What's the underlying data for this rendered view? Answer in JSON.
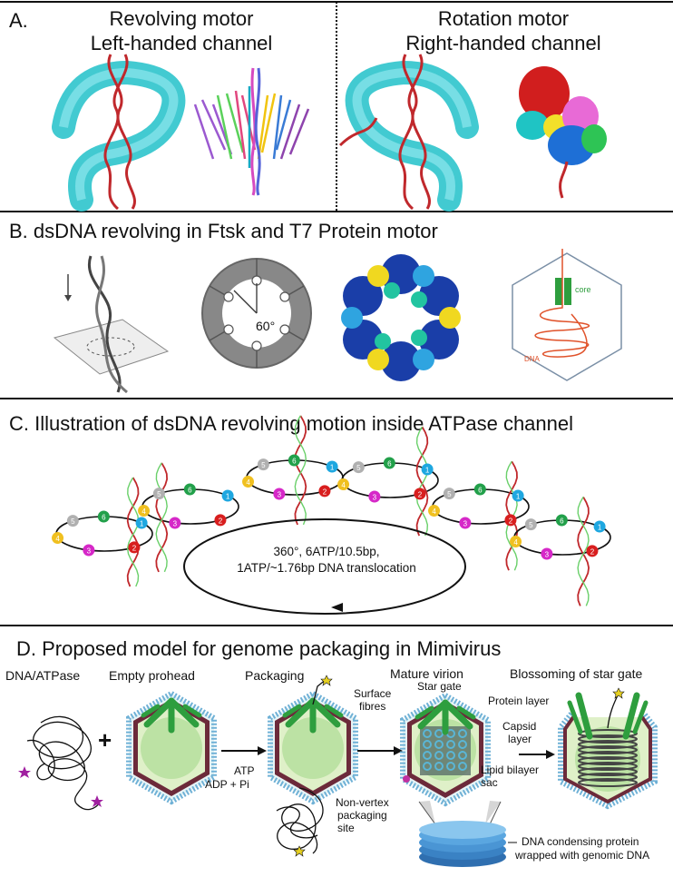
{
  "panel_a": {
    "letter": "A.",
    "left_title_line1": "Revolving motor",
    "left_title_line2": "Left-handed channel",
    "right_title_line1": "Rotation motor",
    "right_title_line2": "Right-handed channel"
  },
  "panel_b": {
    "title": "B. dsDNA revolving in Ftsk and T7 Protein motor",
    "angle_label": "60°",
    "core_label": "core",
    "dna_label": "DNA"
  },
  "panel_c": {
    "title": "C. Illustration of dsDNA revolving motion inside ATPase channel",
    "cycle_line1": "360°, 6ATP/10.5bp,",
    "cycle_line2": "1ATP/~1.76bp DNA translocation",
    "subunits": [
      "1",
      "2",
      "3",
      "4",
      "5",
      "6"
    ]
  },
  "panel_d": {
    "title": "D. Proposed model for genome packaging in Mimivirus",
    "stage_dna_atpase": "DNA/ATPase",
    "stage_empty_prohead": "Empty prohead",
    "stage_packaging": "Packaging",
    "stage_mature_virion": "Mature virion",
    "stage_blossoming": "Blossoming of star gate",
    "plus": "+",
    "atp": "ATP",
    "adp_pi": "ADP + Pi",
    "surface_fibres_line1": "Surface",
    "surface_fibres_line2": "fibres",
    "star_gate": "Star gate",
    "protein_layer": "Protein layer",
    "capsid_layer_line1": "Capsid",
    "capsid_layer_line2": "layer",
    "lipid_line1": "Lipid bilayer",
    "lipid_line2": "sac",
    "nonvertex_line1": "Non-vertex",
    "nonvertex_line2": "packaging",
    "nonvertex_line3": "site",
    "condensing_line1": "DNA condensing protein",
    "condensing_line2": "wrapped with genomic DNA"
  }
}
